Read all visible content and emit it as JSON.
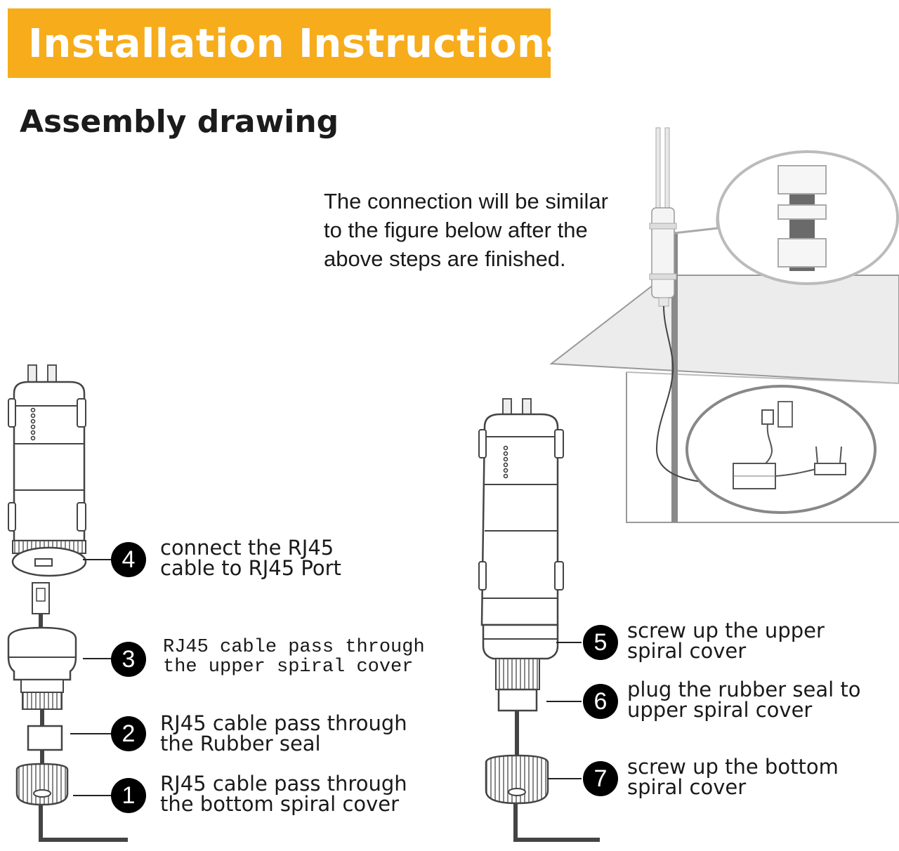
{
  "header": {
    "title": "Installation Instructions",
    "accent": "#f6ac1b"
  },
  "subtitle": "Assembly drawing",
  "note": {
    "lines": [
      "The connection will be similar",
      "to the figure below after the",
      "above steps are finished."
    ]
  },
  "steps": [
    {
      "number": "1",
      "line1": "RJ45 cable pass through",
      "line2": "the bottom spiral cover"
    },
    {
      "number": "2",
      "line1": "RJ45 cable pass through",
      "line2": "the Rubber seal"
    },
    {
      "number": "3",
      "line1": "RJ45 cable pass through",
      "line2": "the upper spiral cover"
    },
    {
      "number": "4",
      "line1": "connect the RJ45",
      "line2": "cable to RJ45 Port"
    },
    {
      "number": "5",
      "line1": "screw up the upper",
      "line2": "spiral cover"
    },
    {
      "number": "6",
      "line1": "plug the rubber seal to",
      "line2": "upper spiral cover"
    },
    {
      "number": "7",
      "line1": "screw up the bottom",
      "line2": "spiral cover"
    }
  ]
}
